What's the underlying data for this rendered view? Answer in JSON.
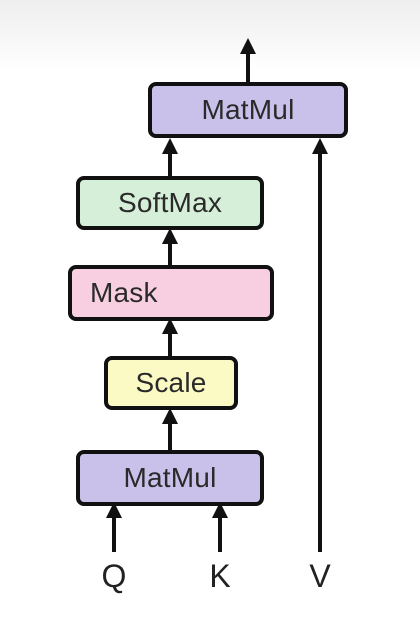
{
  "diagram": {
    "blocks": {
      "matmul_top": {
        "label": "MatMul",
        "color": "#c9c1ea"
      },
      "softmax": {
        "label": "SoftMax",
        "color": "#d6efd8"
      },
      "mask": {
        "label": "Mask",
        "color": "#f7cfe0"
      },
      "scale": {
        "label": "Scale",
        "color": "#fbf9c4"
      },
      "matmul_bottom": {
        "label": "MatMul",
        "color": "#c9c1ea"
      }
    },
    "inputs": {
      "q": "Q",
      "k": "K",
      "v": "V"
    },
    "colors": {
      "stroke": "#111111",
      "text": "#2a2a2a"
    }
  }
}
